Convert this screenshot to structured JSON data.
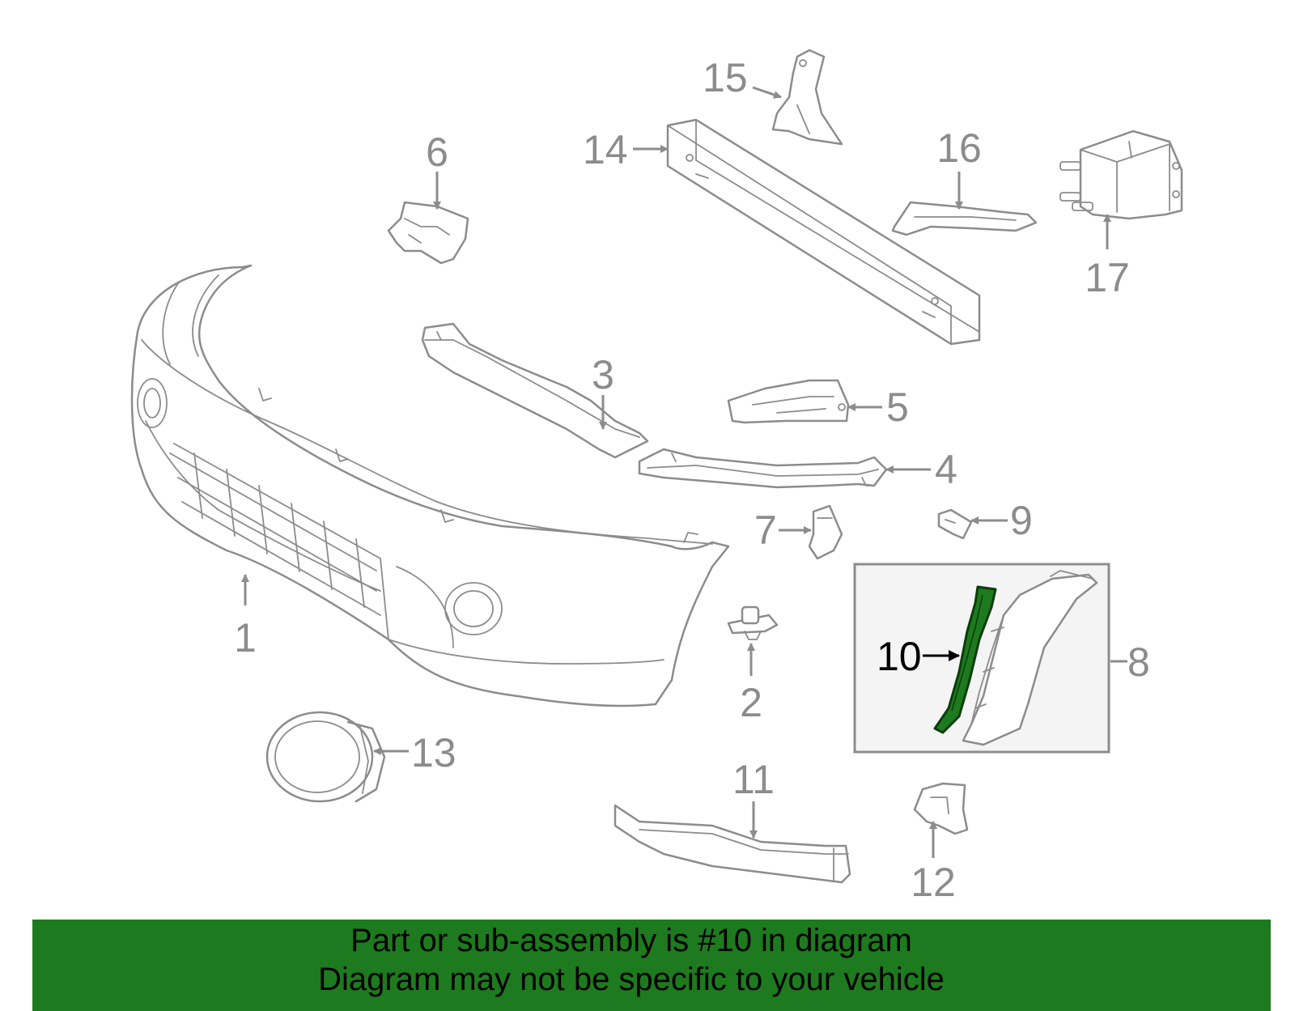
{
  "callouts": [
    {
      "id": "1",
      "label": "1"
    },
    {
      "id": "2",
      "label": "2"
    },
    {
      "id": "3",
      "label": "3"
    },
    {
      "id": "4",
      "label": "4"
    },
    {
      "id": "5",
      "label": "5"
    },
    {
      "id": "6",
      "label": "6"
    },
    {
      "id": "7",
      "label": "7"
    },
    {
      "id": "8",
      "label": "8"
    },
    {
      "id": "9",
      "label": "9"
    },
    {
      "id": "10",
      "label": "10"
    },
    {
      "id": "11",
      "label": "11"
    },
    {
      "id": "12",
      "label": "12"
    },
    {
      "id": "13",
      "label": "13"
    },
    {
      "id": "14",
      "label": "14"
    },
    {
      "id": "15",
      "label": "15"
    },
    {
      "id": "16",
      "label": "16"
    },
    {
      "id": "17",
      "label": "17"
    }
  ],
  "highlighted_part": "10",
  "colors": {
    "line": "#8c8c8c",
    "highlight": "#1e7a1e",
    "banner": "#1e7a1e",
    "inset_bg": "#f4f4f4"
  },
  "banner": {
    "line1": "Part or sub-assembly is #10 in diagram",
    "line2": "Diagram may not be specific to your vehicle"
  }
}
